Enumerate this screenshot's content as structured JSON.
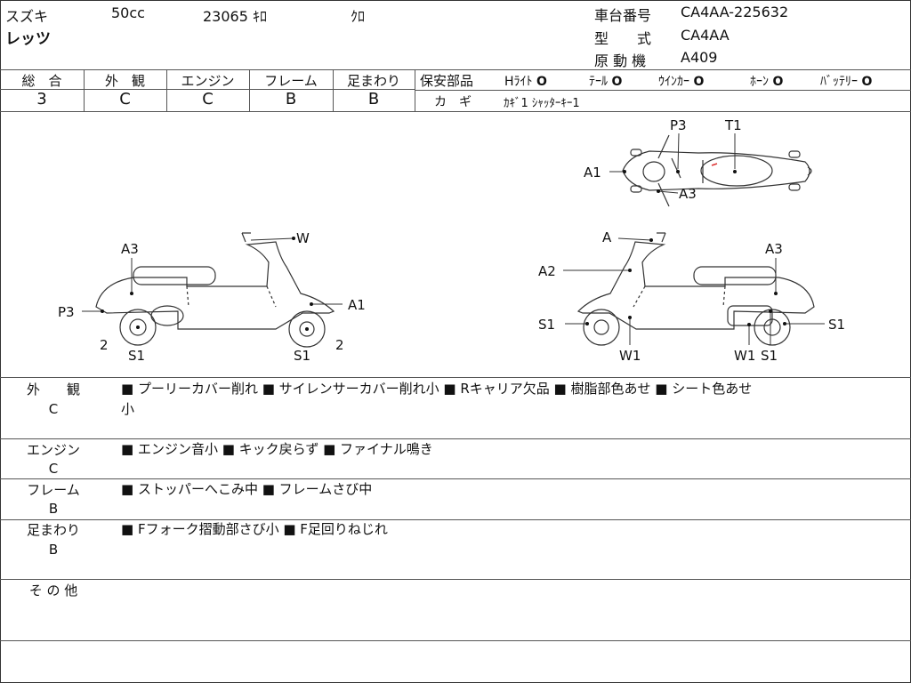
{
  "header": {
    "maker": "スズキ",
    "displacement": "50cc",
    "mileage": "23065 ｷﾛ",
    "color": "ｸﾛ",
    "model_name": "レッツ",
    "frame_number_label": "車台番号",
    "frame_number": "CA4AA-225632",
    "model_label": "型　　式",
    "model_code": "CA4AA",
    "engine_label": "原 動 機",
    "engine_code": "A409"
  },
  "grades": [
    {
      "label": "総　合",
      "value": "3"
    },
    {
      "label": "外　観",
      "value": "C"
    },
    {
      "label": "エンジン",
      "value": "C"
    },
    {
      "label": "フレーム",
      "value": "B"
    },
    {
      "label": "足まわり",
      "value": "B"
    }
  ],
  "safety": {
    "label": "保安部品",
    "items": [
      {
        "name": "Hﾗｲﾄ",
        "mark": "O"
      },
      {
        "name": "ﾃｰﾙ",
        "mark": "O"
      },
      {
        "name": "ｳｲﾝｶｰ",
        "mark": "O"
      },
      {
        "name": "ﾎｰﾝ",
        "mark": "O"
      },
      {
        "name": "ﾊﾞｯﾃﾘｰ",
        "mark": "O"
      }
    ],
    "key_label": "カ　ギ",
    "key_value": "ｶｷﾞ1 ｼｬｯﾀｰｷｰ1"
  },
  "diagram_labels": {
    "top_P3": "P3",
    "top_T1": "T1",
    "top_A1": "A1",
    "top_A3": "A3",
    "l_A3": "A3",
    "l_W": "W",
    "l_P3": "P3",
    "l_A1": "A1",
    "l_2a": "2",
    "l_S1a": "S1",
    "l_S1b": "S1",
    "l_2b": "2",
    "r_A": "A",
    "r_A3": "A3",
    "r_A2": "A2",
    "r_S1a": "S1",
    "r_W1a": "W1",
    "r_W1b": "W1",
    "r_S1b": "S1",
    "r_S1c": "S1"
  },
  "sections": {
    "exterior": {
      "label": "外　　観",
      "grade": "C",
      "text": "■ プーリーカバー削れ ■ サイレンサーカバー削れ小 ■ Rキャリア欠品 ■ 樹脂部色あせ ■ シート色あせ",
      "text2": "小"
    },
    "engine": {
      "label": "エンジン",
      "grade": "C",
      "text": "■ エンジン音小 ■ キック戻らず ■ ファイナル鳴き"
    },
    "frame": {
      "label": "フレーム",
      "grade": "B",
      "text": "■ ストッパーへこみ中 ■ フレームさび中"
    },
    "suspension": {
      "label": "足まわり",
      "grade": "B",
      "text": "■ Fフォーク摺動部さび小 ■ F足回りねじれ"
    },
    "other": {
      "label": "そ の 他"
    }
  }
}
